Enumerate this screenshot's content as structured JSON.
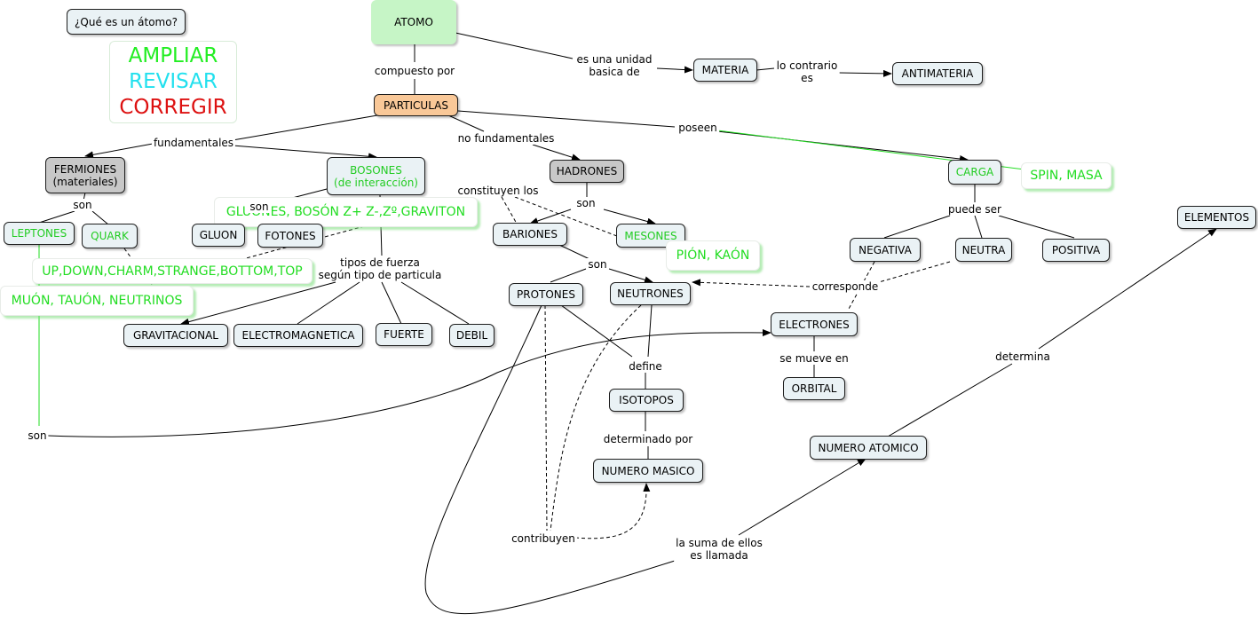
{
  "colors": {
    "node_fill": "#eaf2f5",
    "root_fill": "#c6f5c6",
    "gray_fill": "#c8c8c8",
    "peach_fill": "#f9c898",
    "highlight_text": "#22dd22",
    "ampliar": "#22ee22",
    "revisar": "#22e0ee",
    "corregir": "#dd1111"
  },
  "question": "¿Qué es un átomo?",
  "legend": {
    "ampliar": "AMPLIAR",
    "revisar": "REVISAR",
    "corregir": "CORREGIR"
  },
  "nodes": {
    "atomo": "ATOMO",
    "particulas": "PARTICULAS",
    "materia": "MATERIA",
    "antimateria": "ANTIMATERIA",
    "fermiones": "FERMIONES\n(materiales)",
    "bosones": "BOSONES\n(de interacción)",
    "hadrones": "HADRONES",
    "carga": "CARGA",
    "spin_masa": "SPIN, MASA",
    "leptones": "LEPTONES",
    "quark": "QUARK",
    "gluones_list": "GLUONES, BOSÓN Z+ Z-,Zº,GRAVITON",
    "gluon": "GLUON",
    "fotones": "FOTONES",
    "bariones": "BARIONES",
    "mesones": "MESONES",
    "pion_kaon": "PIÓN, KAÓN",
    "quark_list": "UP,DOWN,CHARM,STRANGE,BOTTOM,TOP",
    "muon_list": "MUÓN, TAUÓN, NEUTRINOS",
    "protones": "PROTONES",
    "neutrones": "NEUTRONES",
    "gravitacional": "GRAVITACIONAL",
    "electromagnetica": "ELECTROMAGNETICA",
    "fuerte": "FUERTE",
    "debil": "DEBIL",
    "negativa": "NEGATIVA",
    "neutra": "NEUTRA",
    "positiva": "POSITIVA",
    "elementos": "ELEMENTOS",
    "electrones": "ELECTRONES",
    "orbital": "ORBITAL",
    "isotopos": "ISOTOPOS",
    "numero_masico": "NUMERO MASICO",
    "numero_atomico": "NUMERO ATOMICO"
  },
  "links": {
    "compuesto_por": "compuesto por",
    "unidad_basica": "es una unidad\nbasica de",
    "lo_contrario": "lo contrario\nes",
    "fundamentales": "fundamentales",
    "no_fundamentales": "no fundamentales",
    "poseen": "poseen",
    "son_fermiones": "son",
    "son_bosones": "son",
    "son_hadrones": "son",
    "constituyen": "constituyen los",
    "son_bariones": "son",
    "tipos_fuerza": "tipos de fuerza\nsegún tipo de particula",
    "puede_ser": "puede ser",
    "corresponde": "corresponde",
    "define": "define",
    "se_mueve": "se mueve en",
    "determinado": "determinado por",
    "determina": "determina",
    "son_leptones": "son",
    "contribuyen": "contribuyen",
    "suma": "la suma de ellos\nes llamada"
  }
}
